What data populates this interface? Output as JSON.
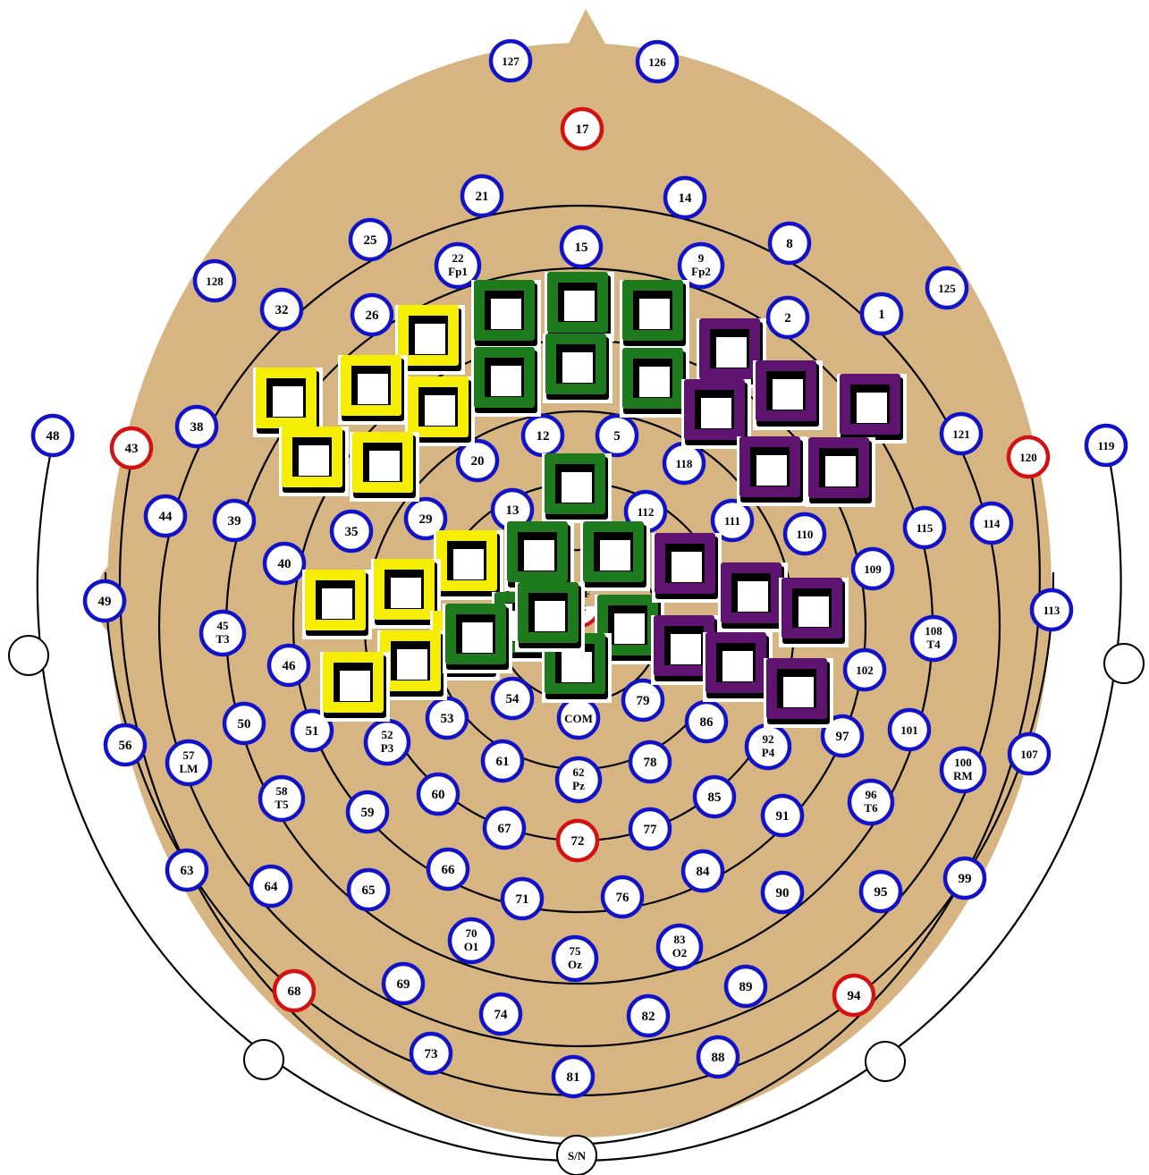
{
  "colors": {
    "head": "#d6b582",
    "line": "#000000",
    "standard_ring": "#1212c8",
    "reference_ring": "#d21212",
    "cluster_left": "#f5ee00",
    "cluster_center": "#1d7a1d",
    "cluster_right": "#5e1470"
  },
  "electrodes": [
    {
      "id": "e127",
      "lines": [
        "127"
      ],
      "ring": "standard"
    },
    {
      "id": "e126",
      "lines": [
        "126"
      ],
      "ring": "standard"
    },
    {
      "id": "e17",
      "lines": [
        "17"
      ],
      "ring": "reference"
    },
    {
      "id": "e21",
      "lines": [
        "21"
      ],
      "ring": "standard"
    },
    {
      "id": "e14",
      "lines": [
        "14"
      ],
      "ring": "standard"
    },
    {
      "id": "e25",
      "lines": [
        "25"
      ],
      "ring": "standard"
    },
    {
      "id": "e15",
      "lines": [
        "15"
      ],
      "ring": "standard"
    },
    {
      "id": "e8",
      "lines": [
        "8"
      ],
      "ring": "standard"
    },
    {
      "id": "e22",
      "lines": [
        "22",
        "Fp1"
      ],
      "ring": "standard"
    },
    {
      "id": "e9",
      "lines": [
        "9",
        "Fp2"
      ],
      "ring": "standard"
    },
    {
      "id": "e128",
      "lines": [
        "128"
      ],
      "ring": "standard"
    },
    {
      "id": "e125",
      "lines": [
        "125"
      ],
      "ring": "standard"
    },
    {
      "id": "e32",
      "lines": [
        "32"
      ],
      "ring": "standard"
    },
    {
      "id": "e26",
      "lines": [
        "26"
      ],
      "ring": "standard"
    },
    {
      "id": "e2",
      "lines": [
        "2"
      ],
      "ring": "standard"
    },
    {
      "id": "e1",
      "lines": [
        "1"
      ],
      "ring": "standard"
    },
    {
      "id": "e48",
      "lines": [
        "48"
      ],
      "ring": "standard"
    },
    {
      "id": "e43",
      "lines": [
        "43"
      ],
      "ring": "reference"
    },
    {
      "id": "e38",
      "lines": [
        "38"
      ],
      "ring": "standard"
    },
    {
      "id": "e12",
      "lines": [
        "12"
      ],
      "ring": "standard"
    },
    {
      "id": "e5",
      "lines": [
        "5"
      ],
      "ring": "standard"
    },
    {
      "id": "e20",
      "lines": [
        "20"
      ],
      "ring": "standard"
    },
    {
      "id": "e118",
      "lines": [
        "118"
      ],
      "ring": "standard"
    },
    {
      "id": "e121",
      "lines": [
        "121"
      ],
      "ring": "standard"
    },
    {
      "id": "e120",
      "lines": [
        "120"
      ],
      "ring": "reference"
    },
    {
      "id": "e119",
      "lines": [
        "119"
      ],
      "ring": "standard"
    },
    {
      "id": "e44",
      "lines": [
        "44"
      ],
      "ring": "standard"
    },
    {
      "id": "e39",
      "lines": [
        "39"
      ],
      "ring": "standard"
    },
    {
      "id": "e29",
      "lines": [
        "29"
      ],
      "ring": "standard"
    },
    {
      "id": "e13",
      "lines": [
        "13"
      ],
      "ring": "standard"
    },
    {
      "id": "e112",
      "lines": [
        "112"
      ],
      "ring": "standard"
    },
    {
      "id": "e111",
      "lines": [
        "111"
      ],
      "ring": "standard"
    },
    {
      "id": "e110",
      "lines": [
        "110"
      ],
      "ring": "standard"
    },
    {
      "id": "e115",
      "lines": [
        "115"
      ],
      "ring": "standard"
    },
    {
      "id": "e114",
      "lines": [
        "114"
      ],
      "ring": "standard"
    },
    {
      "id": "e35",
      "lines": [
        "35"
      ],
      "ring": "standard"
    },
    {
      "id": "e40",
      "lines": [
        "40"
      ],
      "ring": "standard"
    },
    {
      "id": "e109",
      "lines": [
        "109"
      ],
      "ring": "standard"
    },
    {
      "id": "e49",
      "lines": [
        "49"
      ],
      "ring": "standard"
    },
    {
      "id": "e113",
      "lines": [
        "113"
      ],
      "ring": "standard"
    },
    {
      "id": "e45",
      "lines": [
        "45",
        "T3"
      ],
      "ring": "standard"
    },
    {
      "id": "e108",
      "lines": [
        "108",
        "T4"
      ],
      "ring": "standard"
    },
    {
      "id": "e46",
      "lines": [
        "46"
      ],
      "ring": "standard"
    },
    {
      "id": "e102",
      "lines": [
        "102"
      ],
      "ring": "standard"
    },
    {
      "id": "e54",
      "lines": [
        "54"
      ],
      "ring": "standard"
    },
    {
      "id": "e79",
      "lines": [
        "79"
      ],
      "ring": "standard"
    },
    {
      "id": "e53",
      "lines": [
        "53"
      ],
      "ring": "standard"
    },
    {
      "id": "eCOM",
      "lines": [
        "COM"
      ],
      "ring": "standard"
    },
    {
      "id": "e86",
      "lines": [
        "86"
      ],
      "ring": "standard"
    },
    {
      "id": "e50",
      "lines": [
        "50"
      ],
      "ring": "standard"
    },
    {
      "id": "e51",
      "lines": [
        "51"
      ],
      "ring": "standard"
    },
    {
      "id": "e97",
      "lines": [
        "97"
      ],
      "ring": "standard"
    },
    {
      "id": "e101",
      "lines": [
        "101"
      ],
      "ring": "standard"
    },
    {
      "id": "e56",
      "lines": [
        "56"
      ],
      "ring": "standard"
    },
    {
      "id": "e107",
      "lines": [
        "107"
      ],
      "ring": "standard"
    },
    {
      "id": "e57",
      "lines": [
        "57",
        "LM"
      ],
      "ring": "standard"
    },
    {
      "id": "e52",
      "lines": [
        "52",
        "P3"
      ],
      "ring": "standard"
    },
    {
      "id": "e92",
      "lines": [
        "92",
        "P4"
      ],
      "ring": "standard"
    },
    {
      "id": "e100",
      "lines": [
        "100",
        "RM"
      ],
      "ring": "standard"
    },
    {
      "id": "e61",
      "lines": [
        "61"
      ],
      "ring": "standard"
    },
    {
      "id": "e78",
      "lines": [
        "78"
      ],
      "ring": "standard"
    },
    {
      "id": "e62",
      "lines": [
        "62",
        "Pz"
      ],
      "ring": "standard"
    },
    {
      "id": "e58",
      "lines": [
        "58",
        "T5"
      ],
      "ring": "standard"
    },
    {
      "id": "e96",
      "lines": [
        "96",
        "T6"
      ],
      "ring": "standard"
    },
    {
      "id": "e60",
      "lines": [
        "60"
      ],
      "ring": "standard"
    },
    {
      "id": "e85",
      "lines": [
        "85"
      ],
      "ring": "standard"
    },
    {
      "id": "e59",
      "lines": [
        "59"
      ],
      "ring": "standard"
    },
    {
      "id": "e91",
      "lines": [
        "91"
      ],
      "ring": "standard"
    },
    {
      "id": "e67",
      "lines": [
        "67"
      ],
      "ring": "standard"
    },
    {
      "id": "e77",
      "lines": [
        "77"
      ],
      "ring": "standard"
    },
    {
      "id": "e72",
      "lines": [
        "72"
      ],
      "ring": "reference"
    },
    {
      "id": "e63",
      "lines": [
        "63"
      ],
      "ring": "standard"
    },
    {
      "id": "e66",
      "lines": [
        "66"
      ],
      "ring": "standard"
    },
    {
      "id": "e84",
      "lines": [
        "84"
      ],
      "ring": "standard"
    },
    {
      "id": "e99",
      "lines": [
        "99"
      ],
      "ring": "standard"
    },
    {
      "id": "e64",
      "lines": [
        "64"
      ],
      "ring": "standard"
    },
    {
      "id": "e65",
      "lines": [
        "65"
      ],
      "ring": "standard"
    },
    {
      "id": "e71",
      "lines": [
        "71"
      ],
      "ring": "standard"
    },
    {
      "id": "e76",
      "lines": [
        "76"
      ],
      "ring": "standard"
    },
    {
      "id": "e90",
      "lines": [
        "90"
      ],
      "ring": "standard"
    },
    {
      "id": "e95",
      "lines": [
        "95"
      ],
      "ring": "standard"
    },
    {
      "id": "e70",
      "lines": [
        "70",
        "O1"
      ],
      "ring": "standard"
    },
    {
      "id": "e83",
      "lines": [
        "83",
        "O2"
      ],
      "ring": "standard"
    },
    {
      "id": "e75",
      "lines": [
        "75",
        "Oz"
      ],
      "ring": "standard"
    },
    {
      "id": "e68",
      "lines": [
        "68"
      ],
      "ring": "reference"
    },
    {
      "id": "e69",
      "lines": [
        "69"
      ],
      "ring": "standard"
    },
    {
      "id": "e89",
      "lines": [
        "89"
      ],
      "ring": "standard"
    },
    {
      "id": "e94",
      "lines": [
        "94"
      ],
      "ring": "reference"
    },
    {
      "id": "e74",
      "lines": [
        "74"
      ],
      "ring": "standard"
    },
    {
      "id": "e82",
      "lines": [
        "82"
      ],
      "ring": "standard"
    },
    {
      "id": "e73",
      "lines": [
        "73"
      ],
      "ring": "standard"
    },
    {
      "id": "e88",
      "lines": [
        "88"
      ],
      "ring": "standard"
    },
    {
      "id": "e81",
      "lines": [
        "81"
      ],
      "ring": "standard"
    },
    {
      "id": "eSN",
      "lines": [
        "S/N"
      ],
      "ring": "plain"
    },
    {
      "id": "eREF",
      "lines": [
        "REF",
        "Cz"
      ],
      "ring": "reference"
    }
  ],
  "clusters": [
    {
      "name": "cluster_left",
      "count": 12
    },
    {
      "name": "cluster_center",
      "count": 14
    },
    {
      "name": "cluster_right",
      "count": 12
    }
  ]
}
